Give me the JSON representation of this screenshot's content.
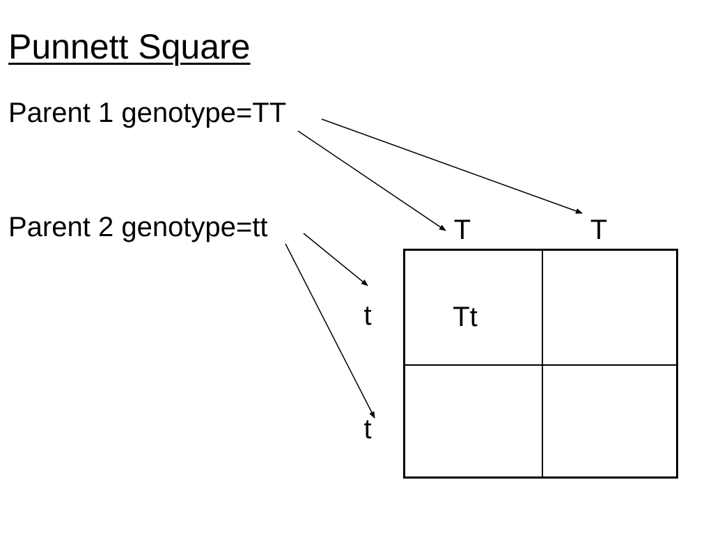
{
  "title": "Punnett Square",
  "parent1": {
    "label": "Parent 1 genotype=TT"
  },
  "parent2": {
    "label": "Parent 2 genotype=tt"
  },
  "column_alleles": [
    "T",
    "T"
  ],
  "row_alleles": [
    "t",
    "t"
  ],
  "cells": [
    [
      "Tt",
      ""
    ],
    [
      "",
      ""
    ]
  ]
}
